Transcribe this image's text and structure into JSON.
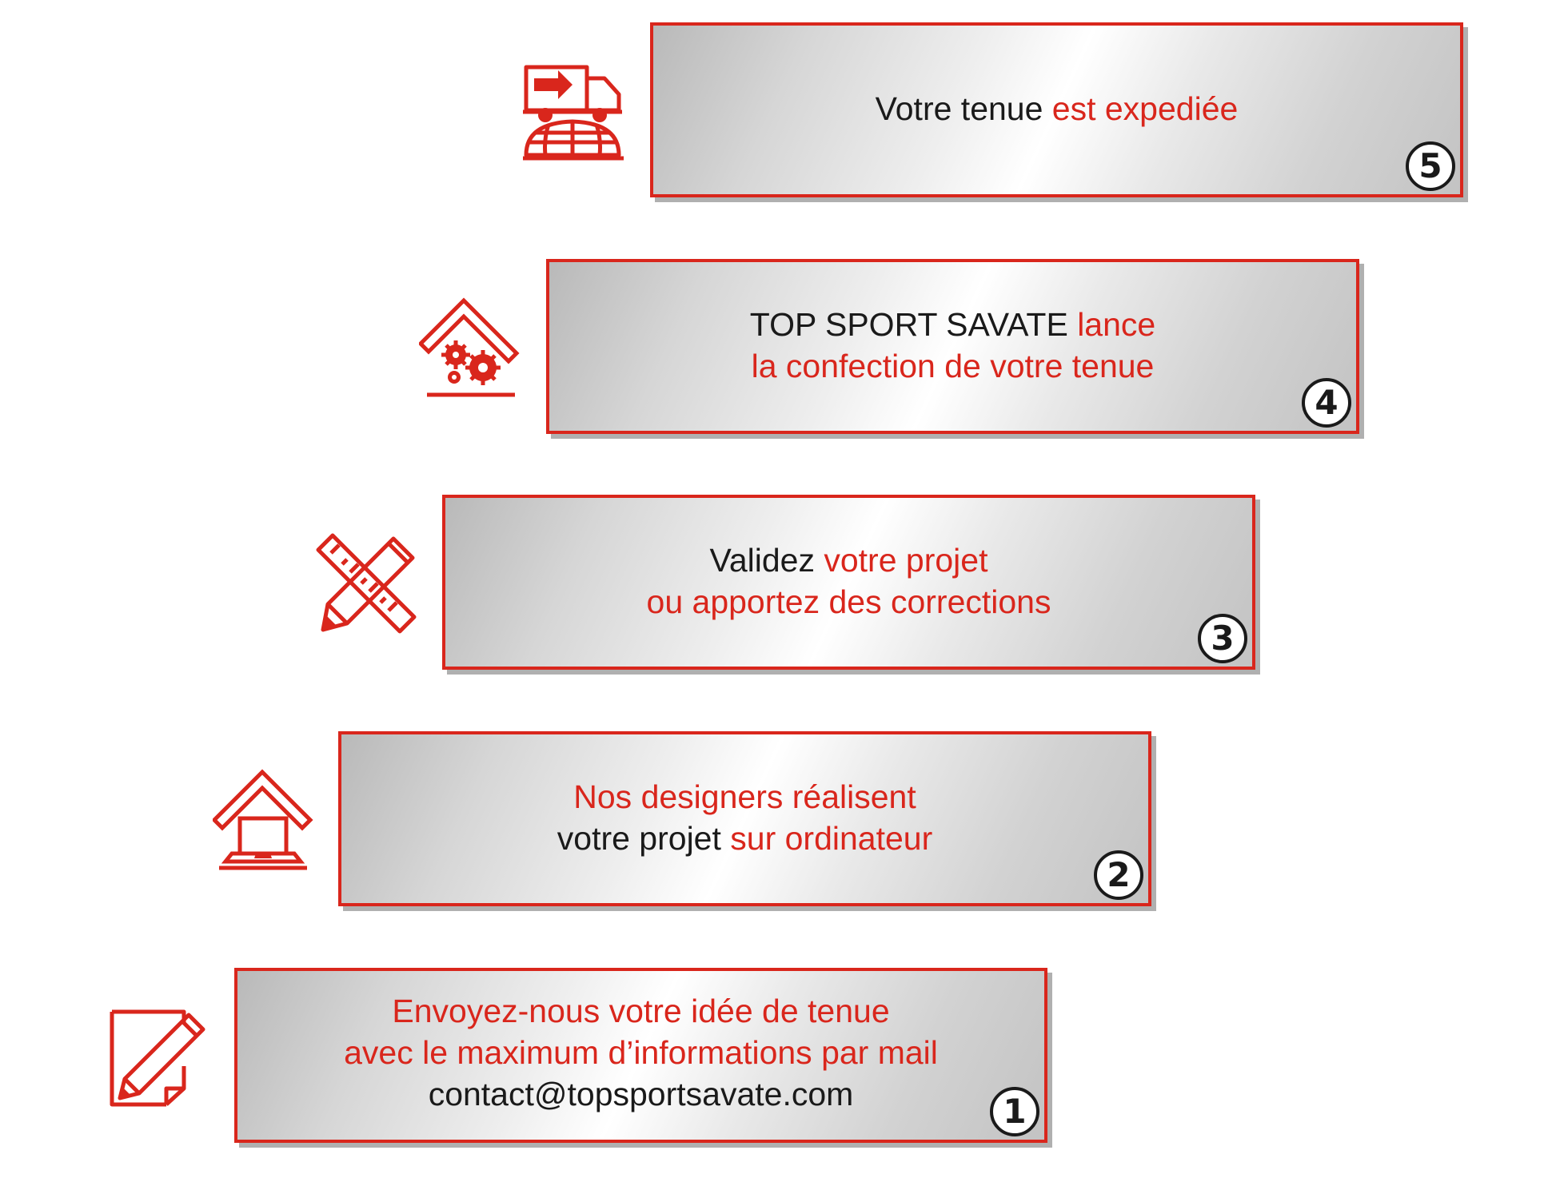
{
  "steps": [
    {
      "number": "5",
      "lines": [
        [
          {
            "text": "Votre tenue ",
            "color": "dark"
          },
          {
            "text": "est expediée",
            "color": "red"
          }
        ]
      ],
      "icon": "delivery-truck-globe-icon"
    },
    {
      "number": "4",
      "lines": [
        [
          {
            "text": "TOP SPORT SAVATE ",
            "color": "dark"
          },
          {
            "text": "lance",
            "color": "red"
          }
        ],
        [
          {
            "text": "la confection de votre tenue",
            "color": "red"
          }
        ]
      ],
      "icon": "factory-gears-icon"
    },
    {
      "number": "3",
      "lines": [
        [
          {
            "text": "Validez ",
            "color": "dark"
          },
          {
            "text": "votre projet",
            "color": "red"
          }
        ],
        [
          {
            "text": "ou apportez des corrections",
            "color": "red"
          }
        ]
      ],
      "icon": "ruler-pencil-icon"
    },
    {
      "number": "2",
      "lines": [
        [
          {
            "text": "Nos designers réalisent",
            "color": "red"
          }
        ],
        [
          {
            "text": "votre projet ",
            "color": "dark"
          },
          {
            "text": "sur ordinateur",
            "color": "red"
          }
        ]
      ],
      "icon": "laptop-house-icon"
    },
    {
      "number": "1",
      "lines": [
        [
          {
            "text": "Envoyez-nous votre idée de tenue",
            "color": "red"
          }
        ],
        [
          {
            "text": "avec le maximum d’informations par mail",
            "color": "red"
          }
        ],
        [
          {
            "text": "contact@topsportsavate.com",
            "color": "dark"
          }
        ]
      ],
      "icon": "note-pencil-icon"
    }
  ],
  "colors": {
    "accent": "#d9261c",
    "text": "#1a1a1a",
    "border": "#d9261c"
  }
}
